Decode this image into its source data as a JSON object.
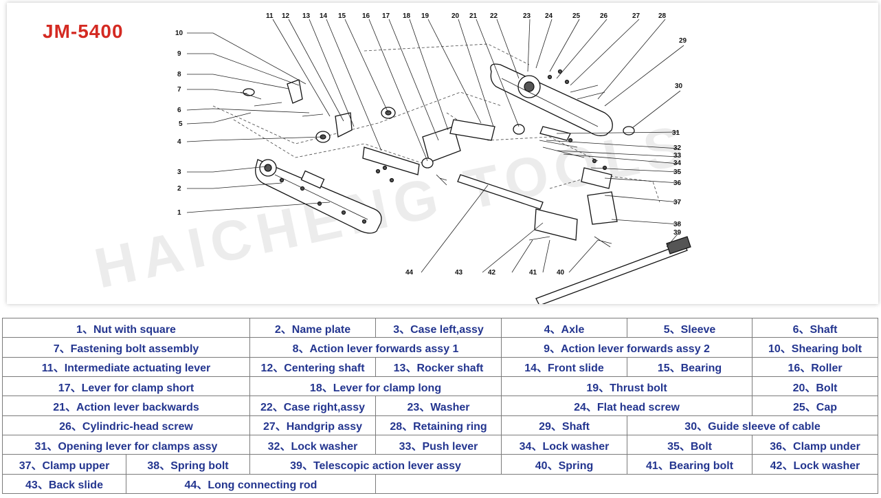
{
  "diagram": {
    "model": "JM-5400",
    "watermark": "HAICHENG TOOLS",
    "callouts": [
      "1",
      "2",
      "3",
      "4",
      "5",
      "6",
      "7",
      "8",
      "9",
      "10",
      "11",
      "12",
      "13",
      "14",
      "15",
      "16",
      "17",
      "18",
      "19",
      "20",
      "21",
      "22",
      "23",
      "24",
      "25",
      "26",
      "27",
      "28",
      "29",
      "30",
      "31",
      "32",
      "33",
      "34",
      "35",
      "36",
      "37",
      "38",
      "39",
      "40",
      "41",
      "42",
      "43",
      "44"
    ]
  },
  "parts": [
    [
      "1、Nut with square",
      "2、Name plate",
      "3、Case left,assy",
      "4、Axle",
      "5、Sleeve",
      "6、Shaft"
    ],
    [
      "7、Fastening bolt assembly",
      "8、Action lever forwards assy 1",
      "9、Action lever forwards assy 2",
      "10、Shearing bolt"
    ],
    [
      "11、Intermediate actuating lever",
      "12、Centering shaft",
      "13、Rocker shaft",
      "14、Front slide",
      "15、Bearing",
      "16、Roller"
    ],
    [
      "17、Lever for clamp short",
      "18、Lever for clamp long",
      "19、Thrust bolt",
      "20、Bolt"
    ],
    [
      "21、Action lever backwards",
      "22、Case right,assy",
      "23、Washer",
      "24、Flat head screw",
      "25、Cap"
    ],
    [
      "26、Cylindric-head screw",
      "27、Handgrip assy",
      "28、Retaining ring",
      "29、Shaft",
      "30、Guide sleeve of cable"
    ],
    [
      "31、Opening lever for clamps assy",
      "32、Lock washer",
      "33、Push lever",
      "34、Lock washer",
      "35、Bolt",
      "36、Clamp under"
    ],
    [
      "37、Clamp upper",
      "38、Spring bolt",
      "39、Telescopic action lever assy",
      "40、Spring",
      "41、Bearing bolt",
      "42、Lock washer"
    ],
    [
      "43、Back slide",
      "44、Long connecting rod"
    ]
  ]
}
